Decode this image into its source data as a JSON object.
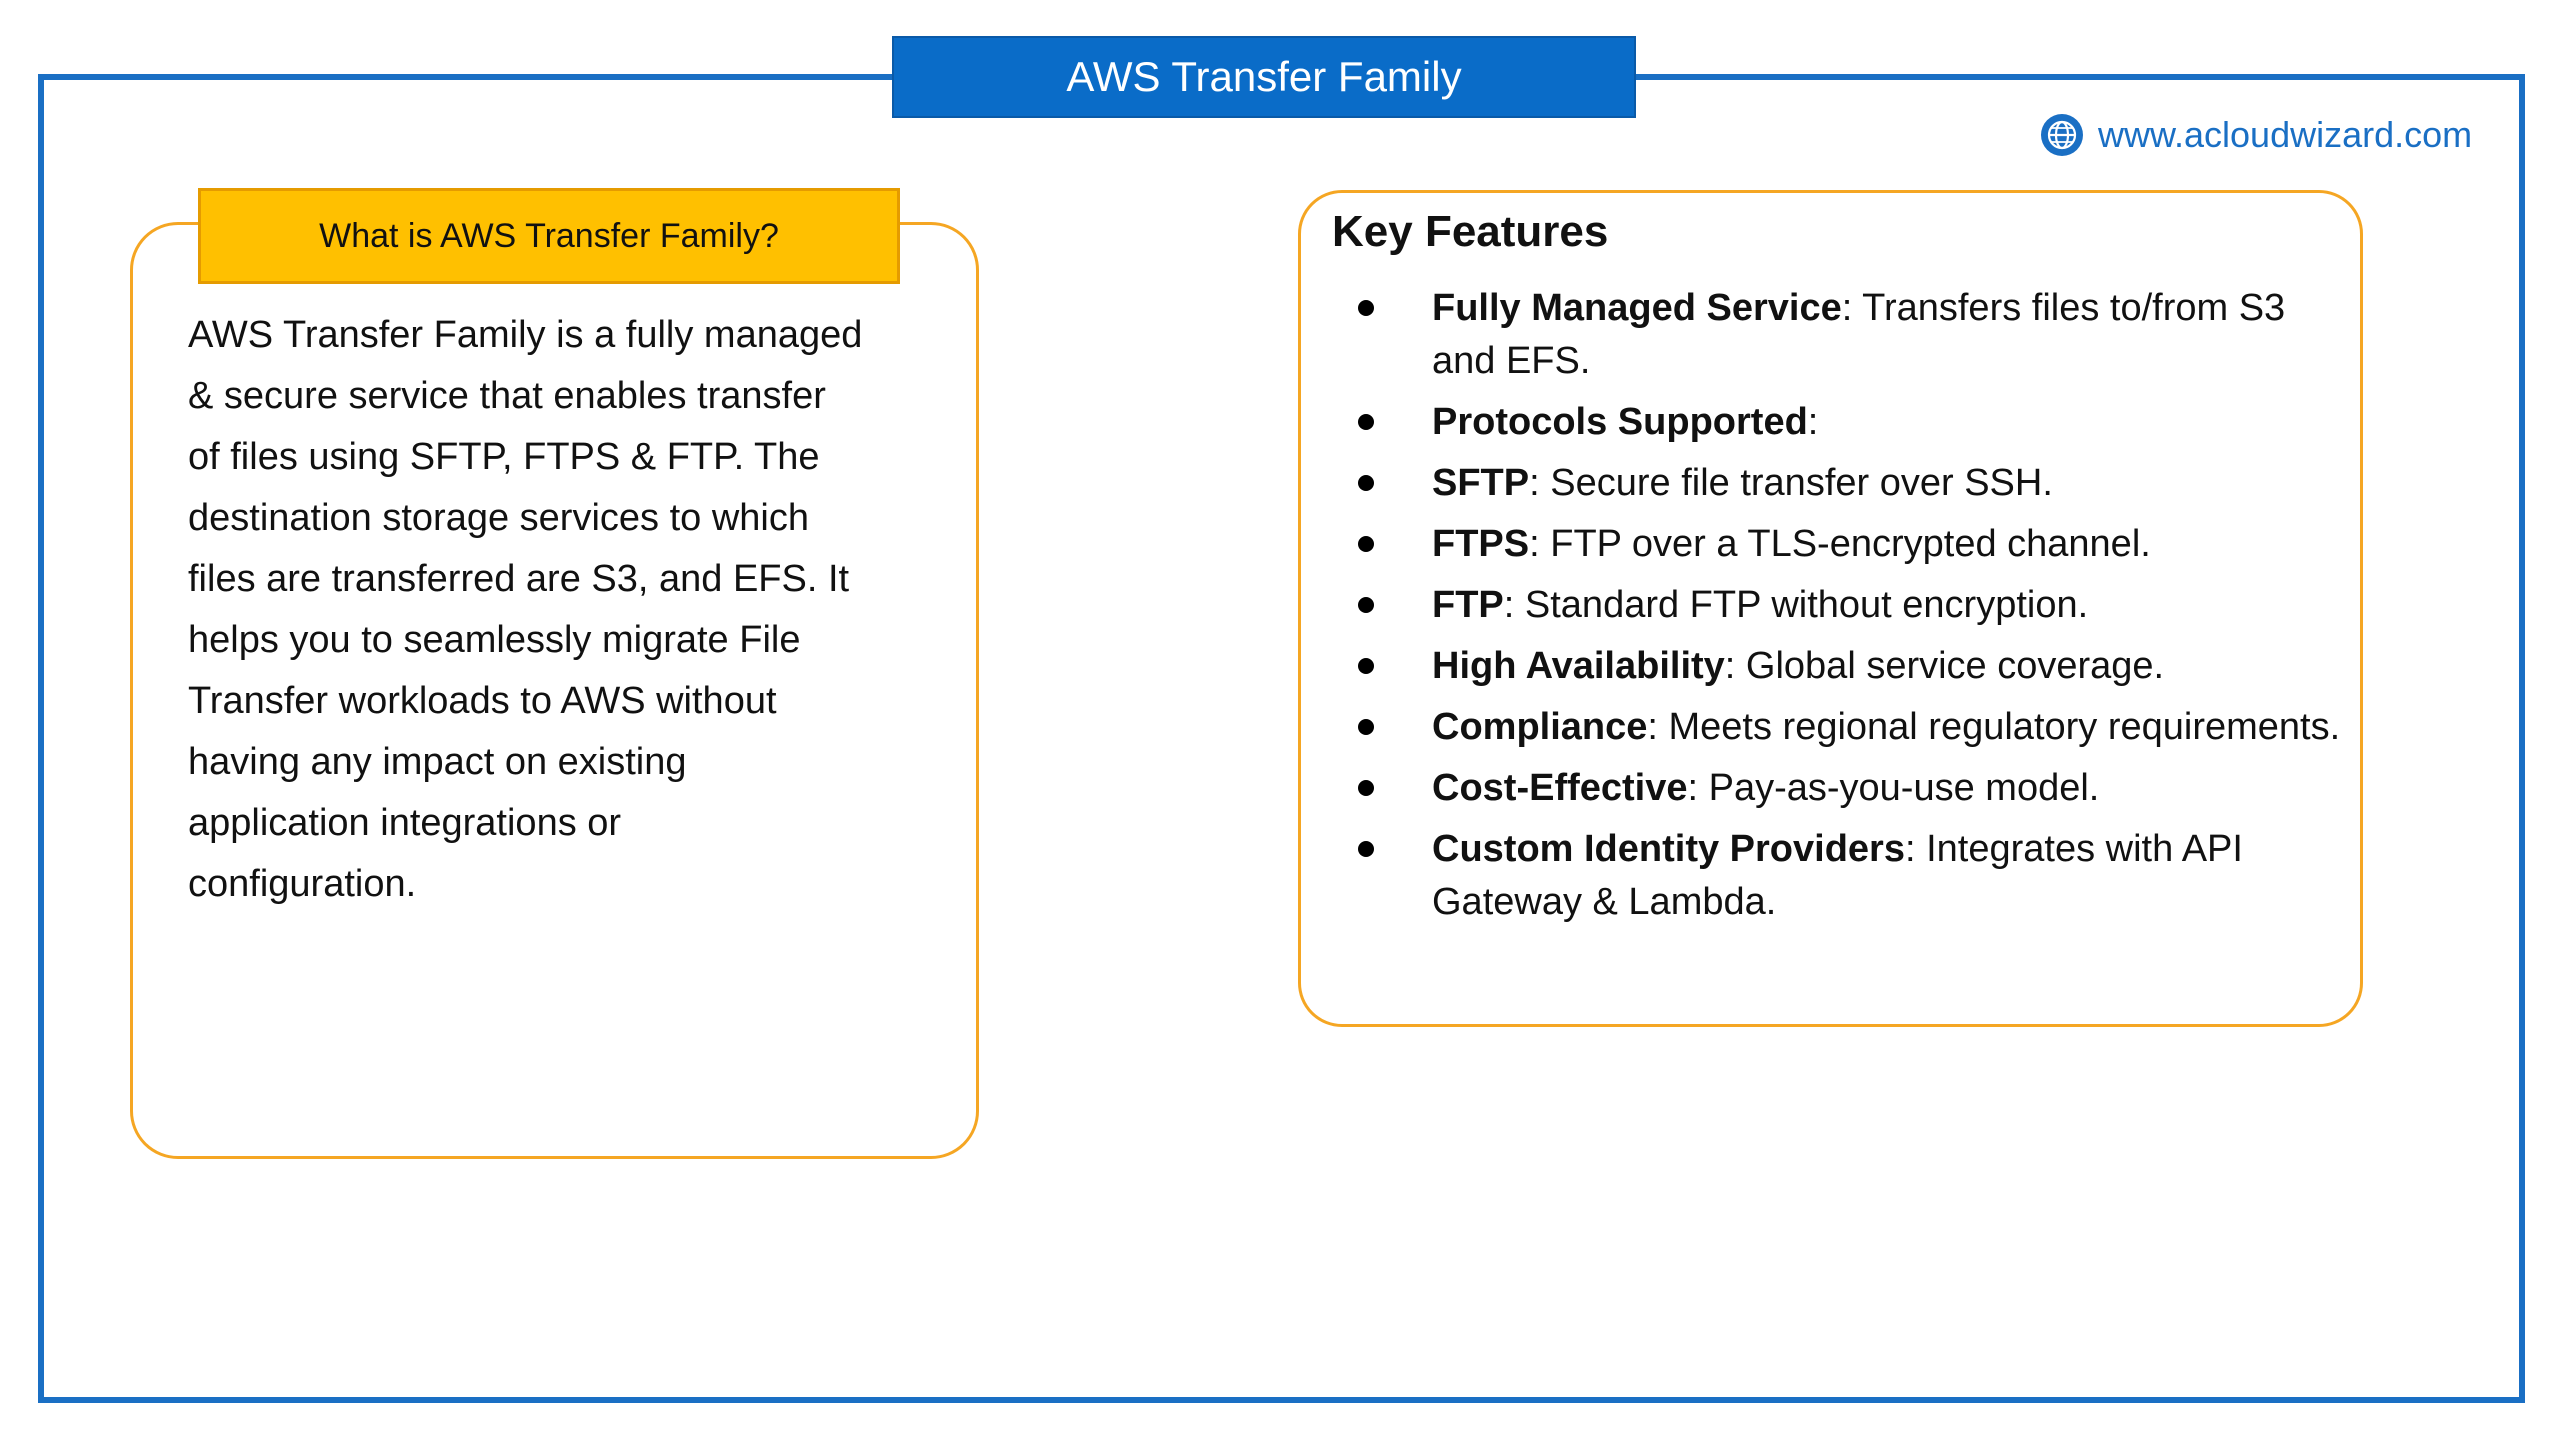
{
  "title": "AWS Transfer Family",
  "website": {
    "icon": "globe-icon",
    "url": "www.acloudwizard.com"
  },
  "left_card": {
    "header": "What is AWS Transfer Family?",
    "lines": [
      "AWS Transfer Family is a fully managed",
      "& secure service that enables transfer",
      "of files using SFTP, FTPS & FTP. The",
      "destination storage services to which",
      "files are transferred are S3, and EFS. It",
      "helps you to seamlessly migrate File",
      "Transfer workloads to AWS without",
      "having any impact on existing",
      "application integrations or",
      "configuration."
    ]
  },
  "right_card": {
    "title": "Key Features",
    "features": [
      {
        "term": "Fully Managed Service",
        "desc": ": Transfers files to/from S3 and EFS."
      },
      {
        "term": "Protocols Supported",
        "desc": ":"
      },
      {
        "term": "SFTP",
        "desc": ": Secure file transfer over SSH."
      },
      {
        "term": "FTPS",
        "desc": ": FTP over a TLS-encrypted channel."
      },
      {
        "term": "FTP",
        "desc": ": Standard FTP without encryption."
      },
      {
        "term": "High Availability",
        "desc": ": Global service coverage."
      },
      {
        "term": "Compliance",
        "desc": ": Meets regional regulatory requirements."
      },
      {
        "term": "Cost-Effective",
        "desc": ": Pay-as-you-use model."
      },
      {
        "term": "Custom Identity Providers",
        "desc": ": Integrates with API Gateway & Lambda."
      }
    ]
  },
  "colors": {
    "frame_blue": "#1a6fc4",
    "banner_blue": "#0a6cc8",
    "header_yellow": "#ffc000",
    "card_orange": "#f5a623"
  }
}
